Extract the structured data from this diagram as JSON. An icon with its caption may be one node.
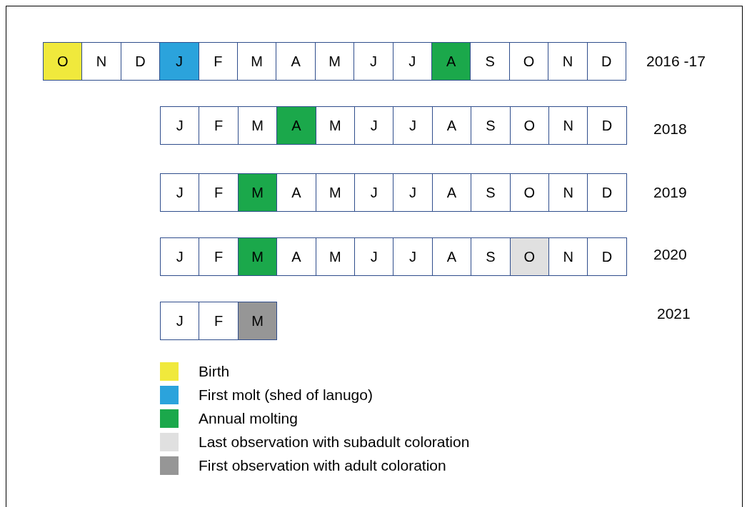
{
  "diagram": {
    "nodes": [
      {
        "text": [
          "O"
        ]
      },
      {
        "text": [
          "N"
        ]
      },
      {
        "text": [
          "D"
        ]
      },
      {
        "text": [
          "J"
        ]
      },
      {
        "text": [
          "F"
        ]
      },
      {
        "text": [
          "M"
        ]
      },
      {
        "text": [
          "A"
        ]
      },
      {
        "text": [
          "M"
        ]
      },
      {
        "text": [
          "J"
        ]
      },
      {
        "text": [
          "J"
        ]
      },
      {
        "text": [
          "A"
        ]
      },
      {
        "text": [
          "S"
        ]
      },
      {
        "text": [
          "O"
        ]
      },
      {
        "text": [
          "N"
        ]
      },
      {
        "text": [
          "D"
        ]
      },
      {
        "text": [
          "J"
        ]
      },
      {
        "text": [
          "F"
        ]
      },
      {
        "text": [
          "M"
        ]
      },
      {
        "text": [
          "A"
        ]
      },
      {
        "text": [
          "M"
        ]
      },
      {
        "text": [
          "J"
        ]
      },
      {
        "text": [
          "J"
        ]
      },
      {
        "text": [
          "A"
        ]
      },
      {
        "text": [
          "S"
        ]
      },
      {
        "text": [
          "O"
        ]
      },
      {
        "text": [
          "N"
        ]
      },
      {
        "text": [
          "D"
        ]
      },
      {
        "text": [
          "J"
        ]
      },
      {
        "text": [
          "F"
        ]
      },
      {
        "text": [
          "M"
        ]
      },
      {
        "text": [
          "A"
        ]
      },
      {
        "text": [
          "M"
        ]
      },
      {
        "text": [
          "J"
        ]
      },
      {
        "text": [
          "J"
        ]
      },
      {
        "text": [
          "A"
        ]
      },
      {
        "text": [
          "S"
        ]
      },
      {
        "text": [
          "O"
        ]
      },
      {
        "text": [
          "N"
        ]
      },
      {
        "text": [
          "D"
        ]
      },
      {
        "text": [
          "J"
        ]
      },
      {
        "text": [
          "F"
        ]
      },
      {
        "text": [
          "M"
        ]
      },
      {
        "text": [
          "A"
        ]
      },
      {
        "text": [
          "M"
        ]
      },
      {
        "text": [
          "J"
        ]
      },
      {
        "text": [
          "J"
        ]
      },
      {
        "text": [
          "A"
        ]
      },
      {
        "text": [
          "S"
        ]
      },
      {
        "text": [
          "O"
        ]
      },
      {
        "text": [
          "N"
        ]
      },
      {
        "text": [
          "D"
        ]
      },
      {
        "text": [
          "J"
        ]
      },
      {
        "text": [
          "F"
        ]
      },
      {
        "text": [
          "M"
        ]
      }
    ],
    "edges": [],
    "labels": [
      "2016 -17",
      "2018",
      "2019",
      "2020",
      "2021"
    ],
    "legend": [
      {
        "text": "Birth",
        "color": "#f0e93c"
      },
      {
        "text": "First molt (shed of lanugo)",
        "color": "#2ba3dc"
      },
      {
        "text": "Annual molting",
        "color": "#1ba84b"
      },
      {
        "text": "Last observation with subadult coloration",
        "color": "#e0e0e0"
      },
      {
        "text": "First observation with adult coloration",
        "color": "#969696"
      }
    ]
  }
}
